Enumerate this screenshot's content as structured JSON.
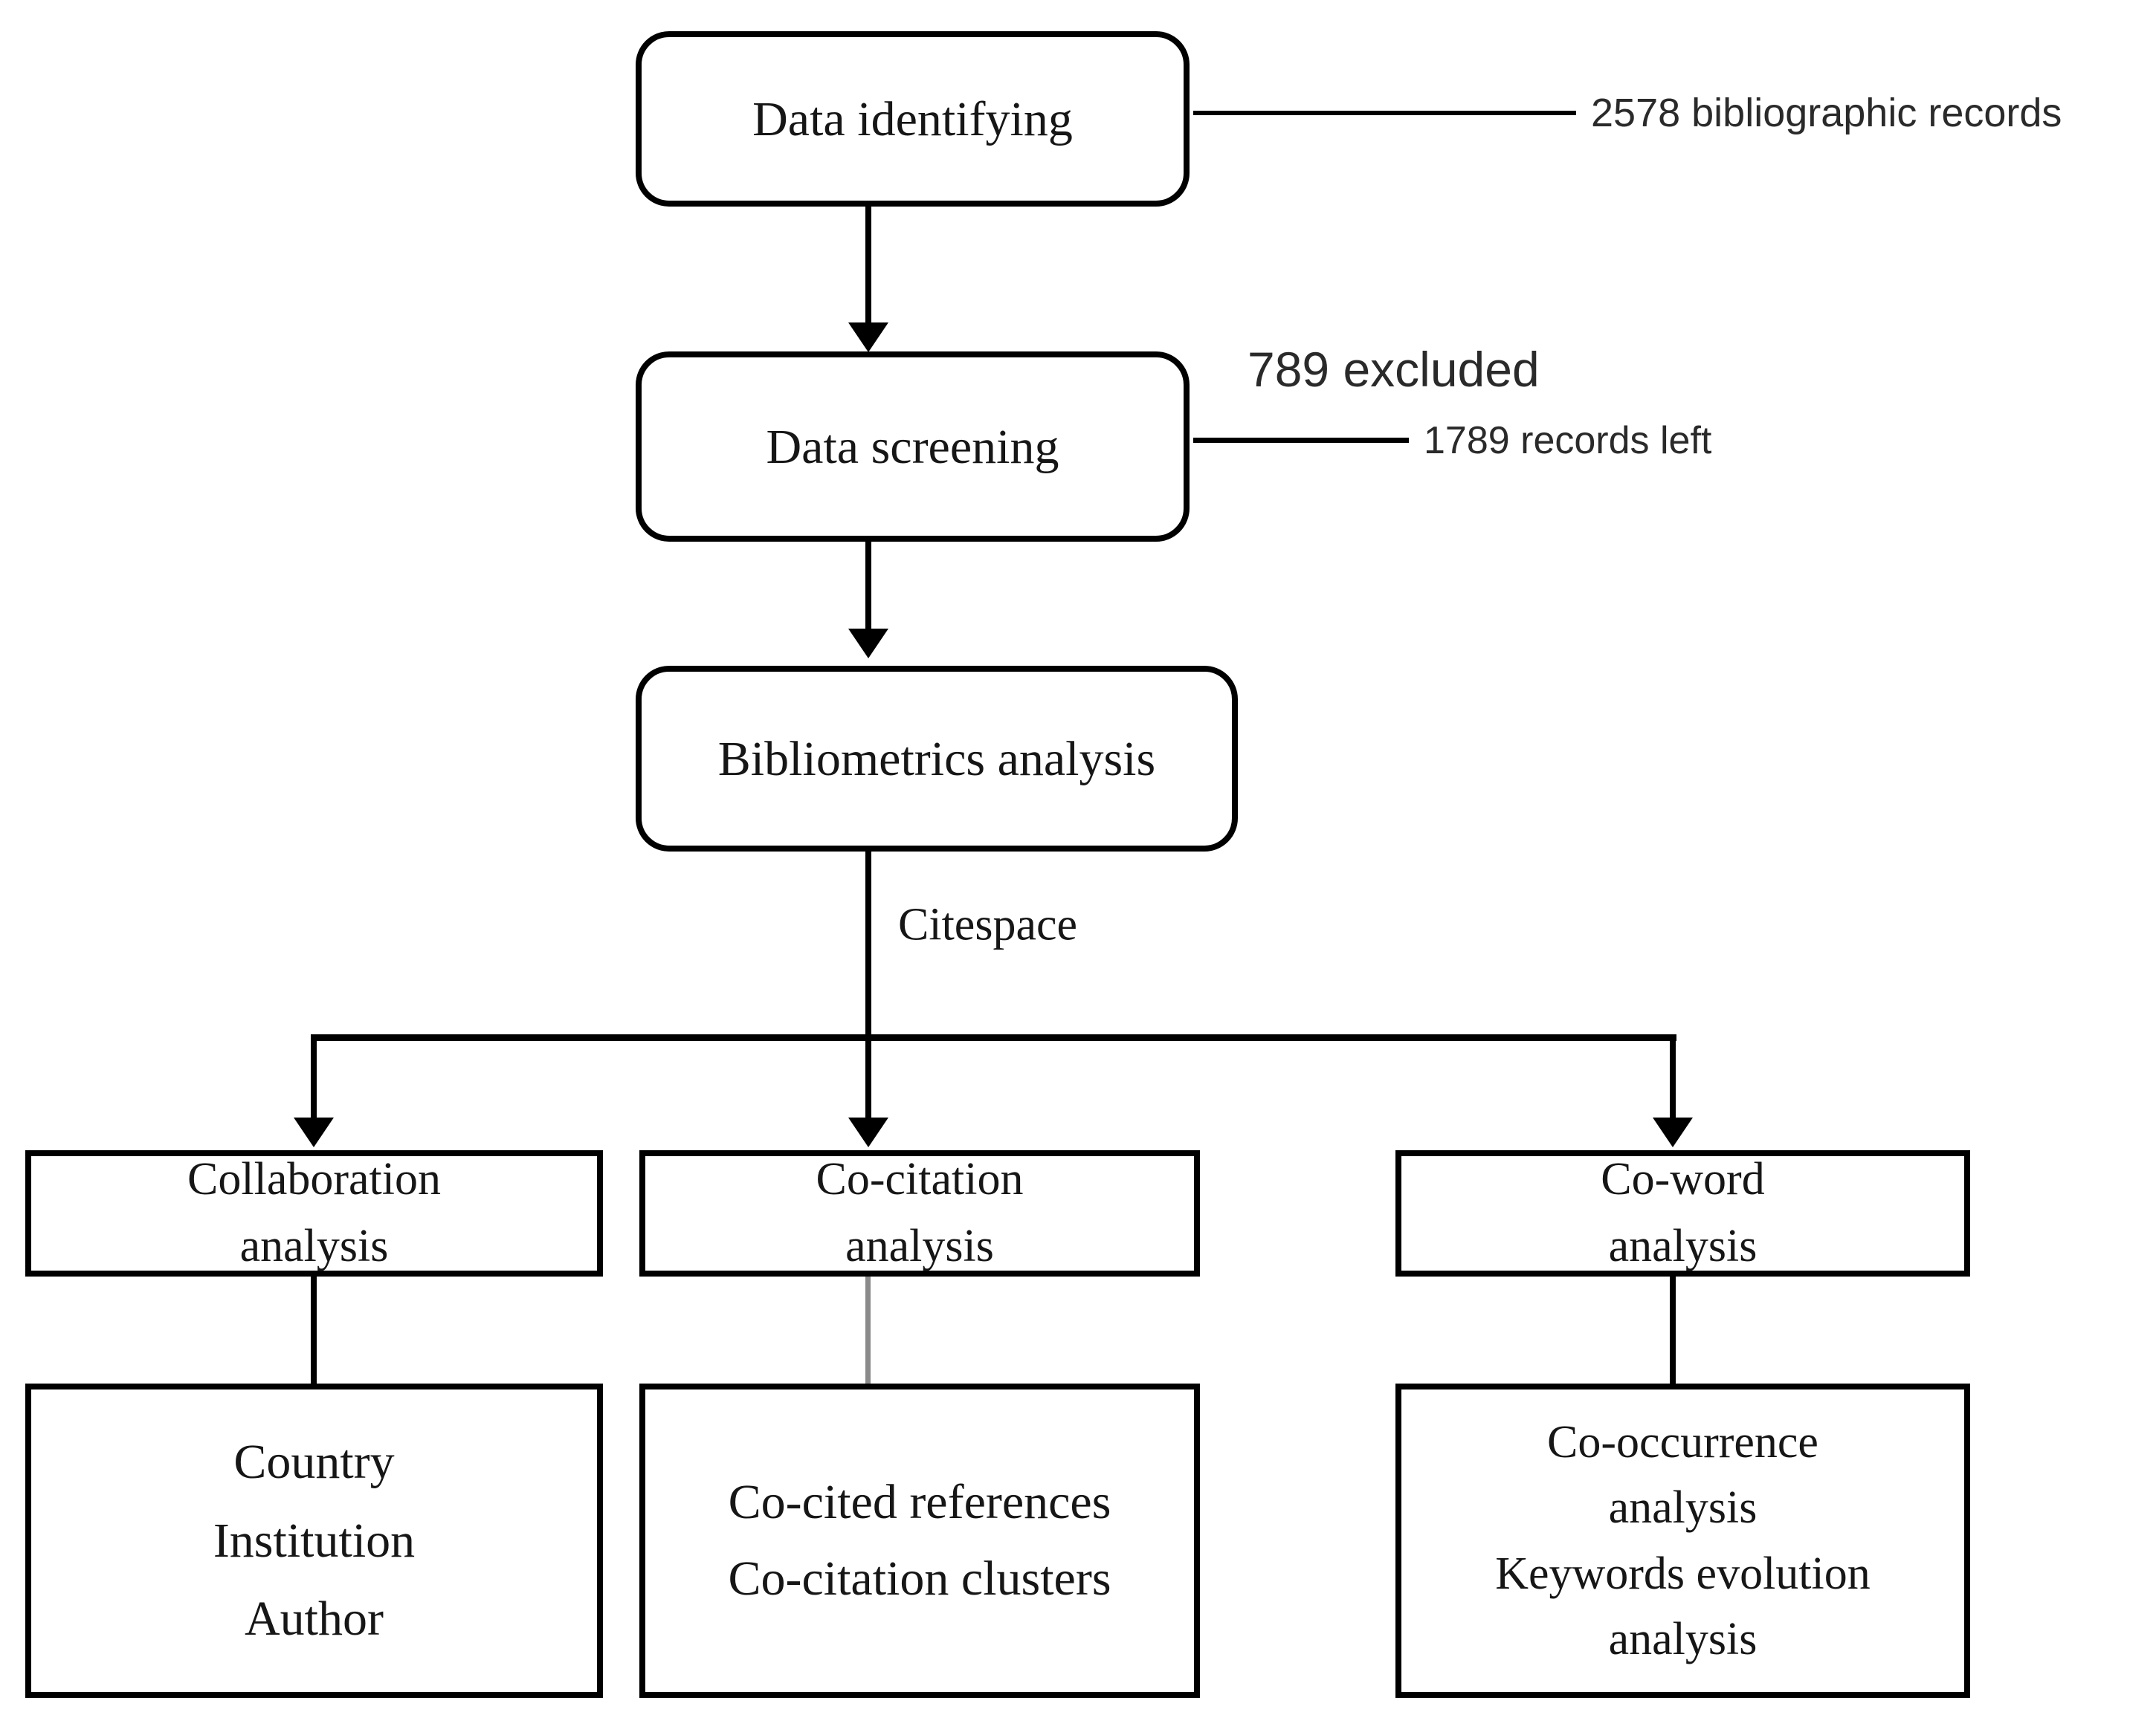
{
  "diagram": {
    "nodes": {
      "data_identifying": {
        "label": "Data identifying"
      },
      "data_screening": {
        "label": "Data screening"
      },
      "bibliometrics": {
        "label": "Bibliometrics analysis"
      },
      "collaboration": {
        "label": "Collaboration\nanalysis"
      },
      "co_citation": {
        "label": "Co-citation\nanalysis"
      },
      "co_word": {
        "label": "Co-word\nanalysis"
      },
      "collaboration_detail": {
        "label": "Country\nInstitution\nAuthor"
      },
      "co_citation_detail": {
        "label": "Co-cited references\nCo-citation clusters"
      },
      "co_word_detail": {
        "label": "Co-occurrence\nanalysis\nKeywords evolution\nanalysis"
      }
    },
    "annotations": {
      "records_identified": "2578 bibliographic records",
      "excluded": "789 excluded",
      "records_left": "1789 records left",
      "tool": "Citespace"
    },
    "colors": {
      "line": "#000000",
      "text": "#161616",
      "gray_connector": "#8a8a8a",
      "background": "#ffffff"
    }
  }
}
